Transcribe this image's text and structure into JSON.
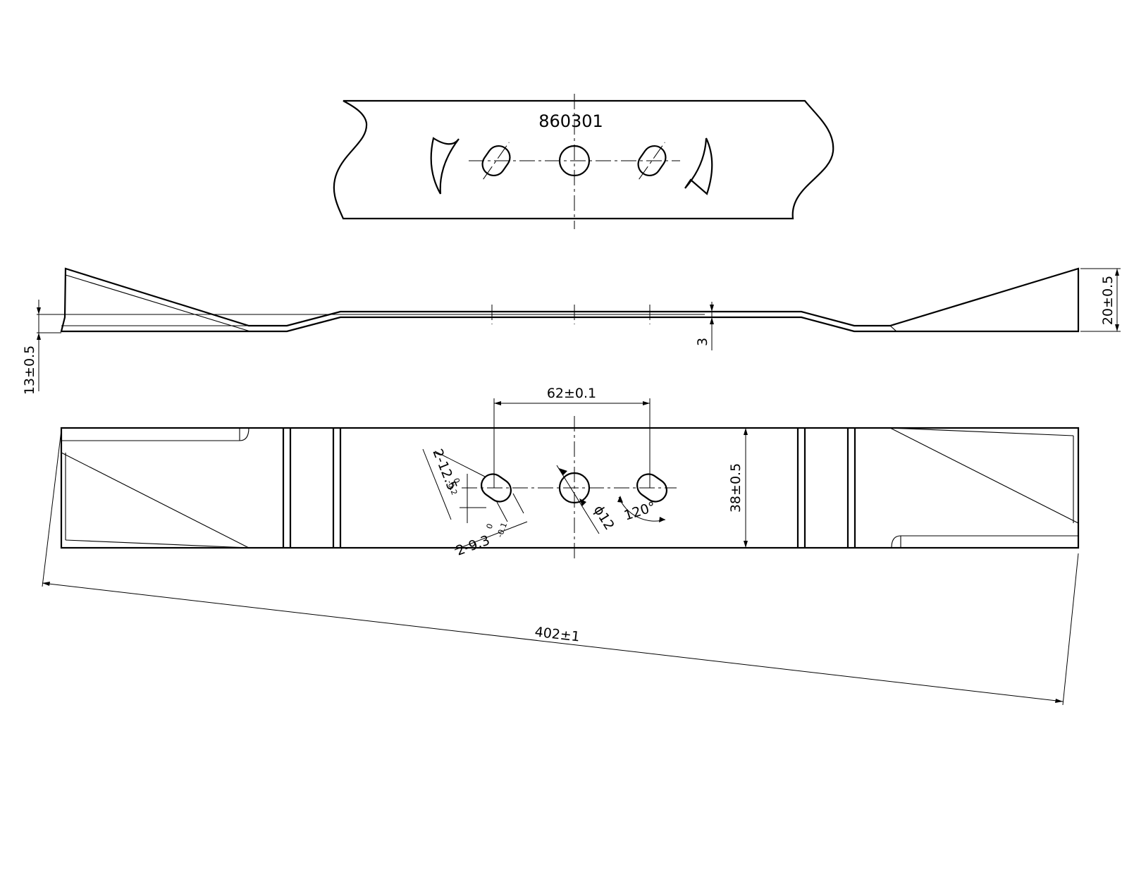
{
  "part_number": "860301",
  "dimensions": {
    "hole_spacing": "62±0.1",
    "width": "38±0.5",
    "overall_length": "402±1",
    "center_hole": "ϕ12",
    "slot_angle": "120°",
    "slot_length_base": "2-12.5",
    "slot_length_tol_upper": "0",
    "slot_length_tol_lower": "-0.2",
    "slot_width_base": "2-9.3",
    "slot_width_tol_upper": "0",
    "slot_width_tol_lower": "-0.1",
    "wing_height": "20±0.5",
    "offset_height": "13±0.5",
    "thickness": "3"
  }
}
